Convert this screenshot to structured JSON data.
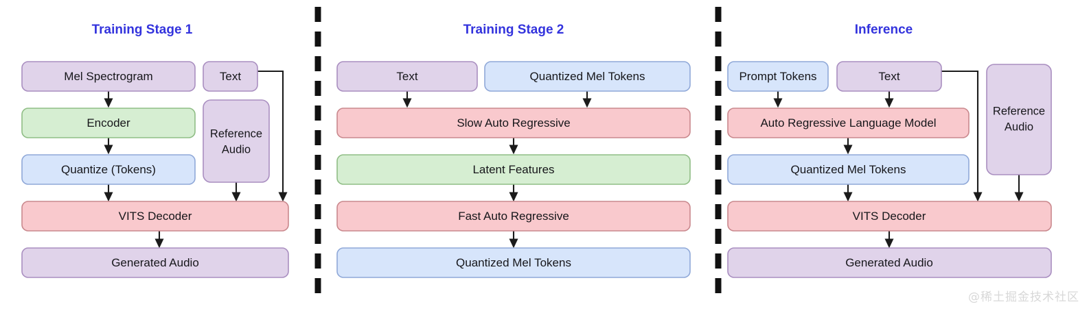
{
  "figure": {
    "background": "#ffffff",
    "title_color": "#3333dd",
    "edge_color": "#1b1b1b",
    "divider_color": "#111111"
  },
  "palette": {
    "purple_fill": "#e0d3ea",
    "purple_stroke": "#a98ec0",
    "green_fill": "#d6eed2",
    "green_stroke": "#8fbd85",
    "blue_fill": "#d7e5fb",
    "blue_stroke": "#8fa8d8",
    "red_fill": "#f9c9cd",
    "red_stroke": "#c9888d"
  },
  "panels": [
    {
      "id": "training-stage-1",
      "title": "Training Stage 1",
      "nodes": [
        {
          "id": "mel-spectrogram",
          "label": "Mel Spectrogram",
          "color": "purple"
        },
        {
          "id": "text",
          "label": "Text",
          "color": "purple"
        },
        {
          "id": "encoder",
          "label": "Encoder",
          "color": "green"
        },
        {
          "id": "reference-audio",
          "label": "Reference Audio",
          "color": "purple"
        },
        {
          "id": "quantize-tokens",
          "label": "Quantize (Tokens)",
          "color": "blue"
        },
        {
          "id": "vits-decoder",
          "label": "VITS Decoder",
          "color": "red"
        },
        {
          "id": "generated-audio",
          "label": "Generated Audio",
          "color": "purple"
        }
      ],
      "edges": [
        {
          "from": "mel-spectrogram",
          "to": "encoder"
        },
        {
          "from": "encoder",
          "to": "quantize-tokens"
        },
        {
          "from": "quantize-tokens",
          "to": "vits-decoder"
        },
        {
          "from": "reference-audio",
          "to": "vits-decoder"
        },
        {
          "from": "text",
          "to": "vits-decoder"
        },
        {
          "from": "vits-decoder",
          "to": "generated-audio"
        }
      ]
    },
    {
      "id": "training-stage-2",
      "title": "Training Stage 2",
      "nodes": [
        {
          "id": "text",
          "label": "Text",
          "color": "purple"
        },
        {
          "id": "quantized-mel-tokens-in",
          "label": "Quantized Mel Tokens",
          "color": "blue"
        },
        {
          "id": "slow-auto-regressive",
          "label": "Slow Auto Regressive",
          "color": "red"
        },
        {
          "id": "latent-features",
          "label": "Latent Features",
          "color": "green"
        },
        {
          "id": "fast-auto-regressive",
          "label": "Fast Auto Regressive",
          "color": "red"
        },
        {
          "id": "quantized-mel-tokens-out",
          "label": "Quantized Mel Tokens",
          "color": "blue"
        }
      ],
      "edges": [
        {
          "from": "text",
          "to": "slow-auto-regressive"
        },
        {
          "from": "quantized-mel-tokens-in",
          "to": "slow-auto-regressive"
        },
        {
          "from": "slow-auto-regressive",
          "to": "latent-features"
        },
        {
          "from": "latent-features",
          "to": "fast-auto-regressive"
        },
        {
          "from": "fast-auto-regressive",
          "to": "quantized-mel-tokens-out"
        }
      ]
    },
    {
      "id": "inference",
      "title": "Inference",
      "nodes": [
        {
          "id": "prompt-tokens",
          "label": "Prompt Tokens",
          "color": "blue"
        },
        {
          "id": "text",
          "label": "Text",
          "color": "purple"
        },
        {
          "id": "reference-audio",
          "label": "Reference Audio",
          "color": "purple"
        },
        {
          "id": "auto-regressive-lm",
          "label": "Auto Regressive Language Model",
          "color": "red"
        },
        {
          "id": "quantized-mel-tokens",
          "label": "Quantized Mel Tokens",
          "color": "blue"
        },
        {
          "id": "vits-decoder",
          "label": "VITS Decoder",
          "color": "red"
        },
        {
          "id": "generated-audio",
          "label": "Generated Audio",
          "color": "purple"
        }
      ],
      "edges": [
        {
          "from": "prompt-tokens",
          "to": "auto-regressive-lm"
        },
        {
          "from": "text",
          "to": "auto-regressive-lm"
        },
        {
          "from": "auto-regressive-lm",
          "to": "quantized-mel-tokens"
        },
        {
          "from": "quantized-mel-tokens",
          "to": "vits-decoder"
        },
        {
          "from": "text",
          "to": "vits-decoder"
        },
        {
          "from": "reference-audio",
          "to": "vits-decoder"
        },
        {
          "from": "vits-decoder",
          "to": "generated-audio"
        }
      ]
    }
  ],
  "watermark": {
    "text": "@稀土掘金技术社区"
  }
}
